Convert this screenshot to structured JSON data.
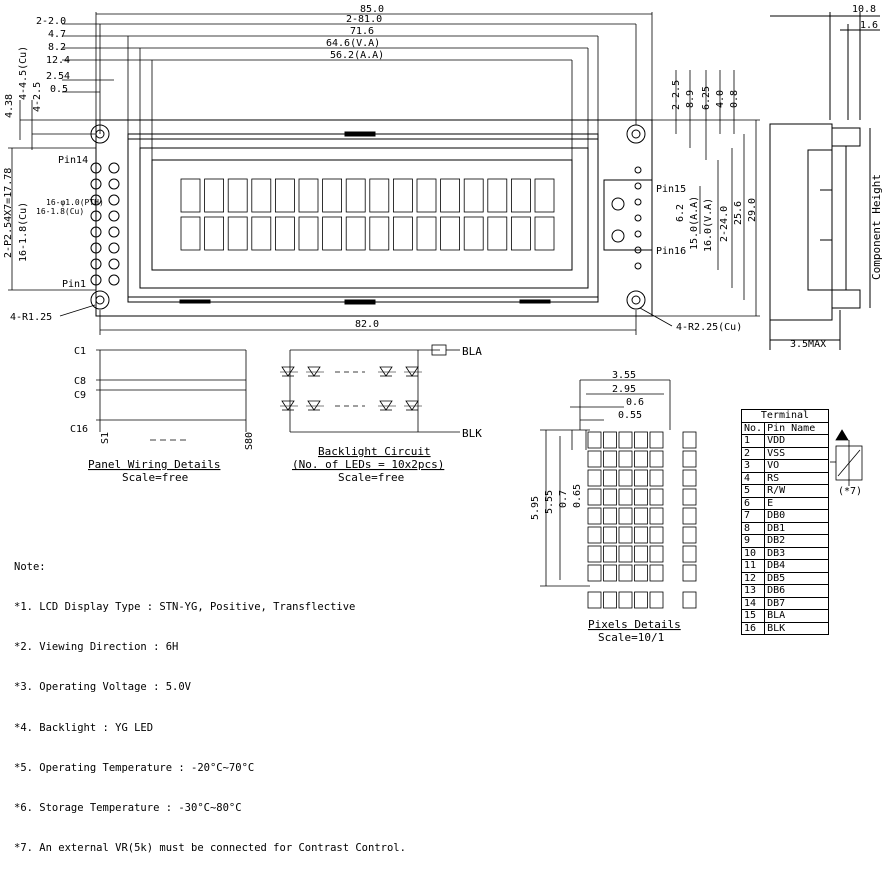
{
  "top_dims": {
    "d2_20": "2-2.0",
    "d4_7": "4.7",
    "d8_2": "8.2",
    "d12_4": "12.4",
    "d2_54": "2.54",
    "d0_5": "0.5",
    "d85": "85.0",
    "d2_81": "2-81.0",
    "d71_6": "71.6",
    "d64_6": "64.6(V.A)",
    "d56_2": "56.2(A.A)",
    "d82": "82.0",
    "d4_38": "4.38",
    "d4_45": "4-4.5(Cu)",
    "d4_25": "4-2.5",
    "d2_25": "2-2.5",
    "d8_9": "8.9",
    "d6_25": "6.25",
    "d4_0": "4.0",
    "d0_8": "0.8",
    "d6_2": "6.2",
    "d15": "15.0(A.A)",
    "d16": "16.0(V.A)",
    "d2_24": "2-24.0",
    "d25_6": "25.6",
    "d29": "29.0",
    "d10_8": "10.8",
    "d1_6": "1.6",
    "d3_5max": "3.5MAX",
    "d4_r125": "4-R1.25",
    "d4_r225": "4-R2.25(Cu)",
    "d2_p254": "2-P2.54X7=17.78",
    "d16_1": "16-φ1.0(PTH)",
    "d16_18": "16-1.8(Cu)",
    "pin14": "Pin14",
    "pin1": "Pin1",
    "pin15": "Pin15",
    "pin16": "Pin16",
    "component_height": "Component Height"
  },
  "panel_wiring": {
    "c1": "C1",
    "c8": "C8",
    "c9": "C9",
    "c16": "C16",
    "s1": "S1",
    "s80": "S80",
    "title": "Panel Wiring Details",
    "scale": "Scale=free"
  },
  "backlight": {
    "bla": "BLA",
    "blk": "BLK",
    "title": "Backlight Circuit",
    "subtitle": "(No. of LEDs = 10x2pcs)",
    "scale": "Scale=free"
  },
  "pixels": {
    "d3_55": "3.55",
    "d2_95": "2.95",
    "d0_6": "0.6",
    "d0_55": "0.55",
    "d5_95": "5.95",
    "d5_55": "5.55",
    "d0_7": "0.7",
    "d0_65": "0.65",
    "title": "Pixels Details",
    "scale": "Scale=10/1"
  },
  "terminal": {
    "title": "Terminal",
    "col_no": "No.",
    "col_pin": "Pin Name",
    "rows": [
      {
        "no": "1",
        "name": "VDD"
      },
      {
        "no": "2",
        "name": "VSS"
      },
      {
        "no": "3",
        "name": "VO"
      },
      {
        "no": "4",
        "name": "RS"
      },
      {
        "no": "5",
        "name": "R/W"
      },
      {
        "no": "6",
        "name": "E"
      },
      {
        "no": "7",
        "name": "DB0"
      },
      {
        "no": "8",
        "name": "DB1"
      },
      {
        "no": "9",
        "name": "DB2"
      },
      {
        "no": "10",
        "name": "DB3"
      },
      {
        "no": "11",
        "name": "DB4"
      },
      {
        "no": "12",
        "name": "DB5"
      },
      {
        "no": "13",
        "name": "DB6"
      },
      {
        "no": "14",
        "name": "DB7"
      },
      {
        "no": "15",
        "name": "BLA"
      },
      {
        "no": "16",
        "name": "BLK"
      }
    ],
    "vr_note": "(*7)"
  },
  "notes": {
    "title": "Note:",
    "n1": "*1. LCD Display Type : STN-YG, Positive, Transflective",
    "n2": "*2. Viewing Direction : 6H",
    "n3": "*3. Operating Voltage : 5.0V",
    "n4": "*4. Backlight : YG LED",
    "n5": "*5. Operating Temperature : -20°C~70°C",
    "n6": "*6. Storage Temperature : -30°C~80°C",
    "n7": "*7. An external VR(5k) must be connected for Contrast Control."
  }
}
